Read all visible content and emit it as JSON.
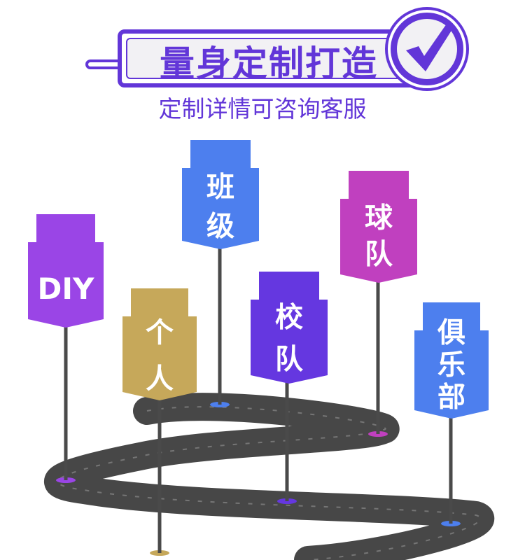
{
  "banner": {
    "title": "量身定制打造",
    "subtitle": "定制详情可咨询客服",
    "accent_color": "#6236d8",
    "badge_icon": "check-mark-icon"
  },
  "signs": [
    {
      "id": "diy",
      "lines": [
        "DIY"
      ],
      "color": "#9a45e6"
    },
    {
      "id": "geren",
      "lines": [
        "个",
        "人"
      ],
      "color": "#c6a85a"
    },
    {
      "id": "banji",
      "lines": [
        "班",
        "级"
      ],
      "color": "#4d7fee"
    },
    {
      "id": "xiaodui",
      "lines": [
        "校",
        "队"
      ],
      "color": "#6537e0"
    },
    {
      "id": "qiudui",
      "lines": [
        "球",
        "队"
      ],
      "color": "#c040bf"
    },
    {
      "id": "julebu",
      "lines": [
        "俱",
        "乐",
        "部"
      ],
      "color": "#4d7fee"
    }
  ],
  "road_color": "#474747"
}
